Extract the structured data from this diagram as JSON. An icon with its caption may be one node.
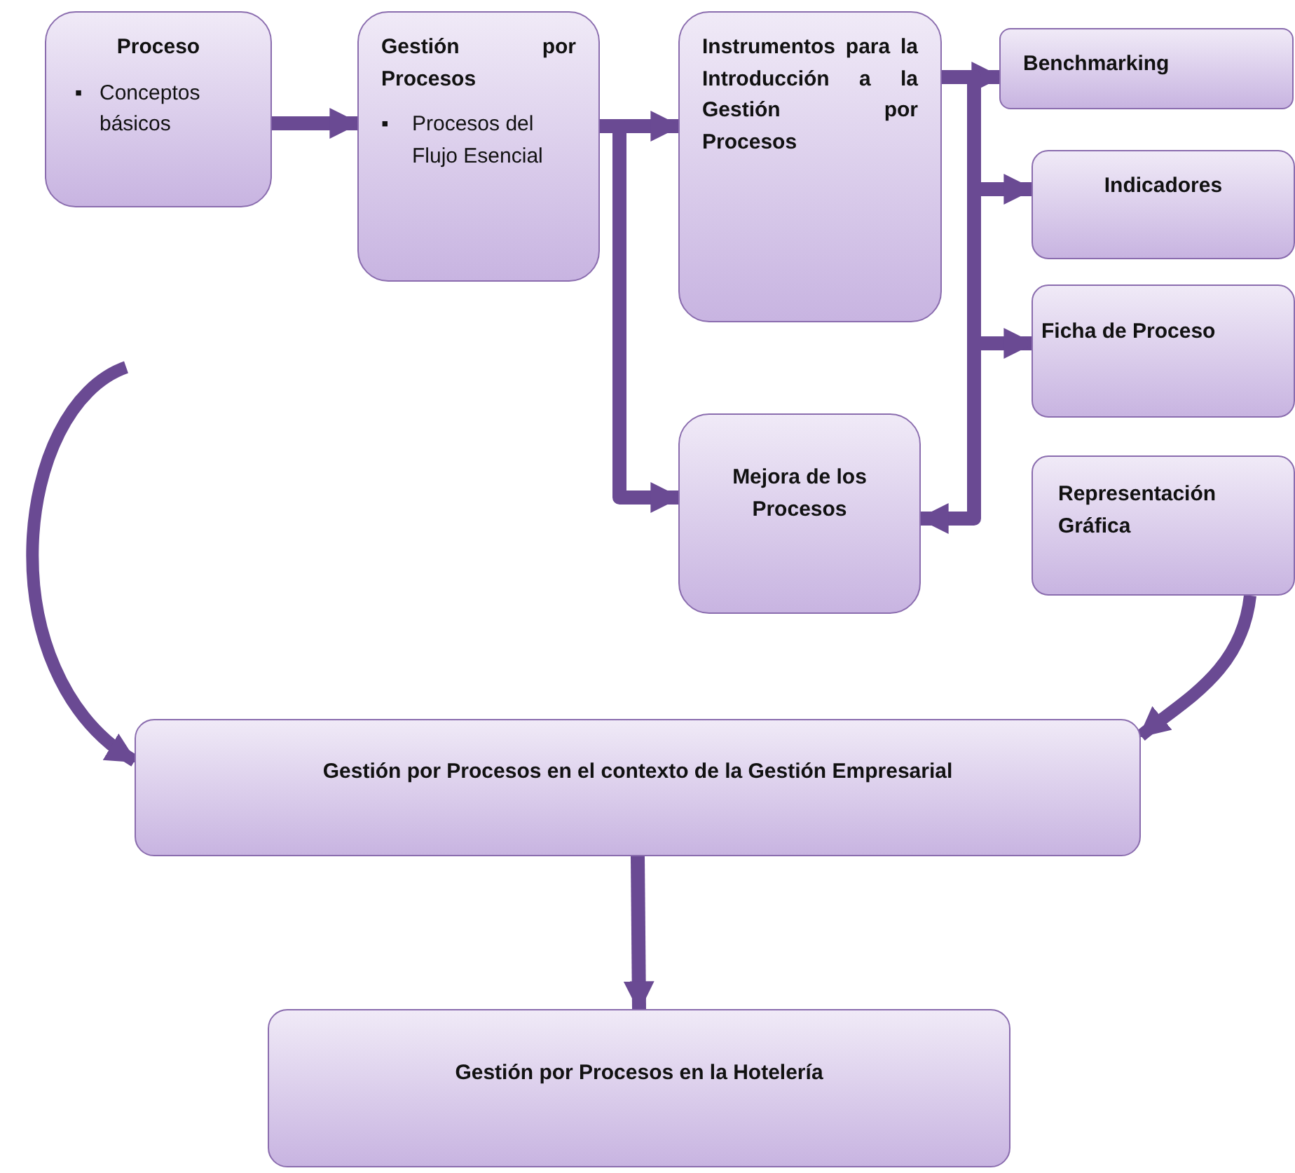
{
  "diagram": {
    "nodes": [
      {
        "text": [
          "Proceso",
          "▪",
          "Conceptos básicos"
        ]
      },
      {
        "text": [
          "Gestión por Procesos",
          "▪",
          "Procesos del Flujo Esencial"
        ]
      },
      {
        "text": [
          "Instrumentos para la Introducción a la Gestión por Procesos"
        ]
      },
      {
        "text": [
          "Benchmarking"
        ]
      },
      {
        "text": [
          "Indicadores"
        ]
      },
      {
        "text": [
          "Ficha de Proceso"
        ]
      },
      {
        "text": [
          "Mejora de los Procesos"
        ]
      },
      {
        "text": [
          "Representación Gráfica"
        ]
      },
      {
        "text": [
          "Gestión por Procesos en el contexto de la Gestión Empresarial"
        ]
      },
      {
        "text": [
          "Gestión por Procesos en la Hotelería"
        ]
      }
    ],
    "edges": [
      {
        "from": 0,
        "to": 1,
        "arrow": "to"
      },
      {
        "from": 1,
        "to": 2,
        "arrow": "to"
      },
      {
        "from": 1,
        "to": 6,
        "arrow": "to"
      },
      {
        "from": 2,
        "to": 3,
        "arrow": "to"
      },
      {
        "from": 2,
        "to": 4,
        "arrow": "to"
      },
      {
        "from": 2,
        "to": 5,
        "arrow": "to"
      },
      {
        "from": 2,
        "to": 6,
        "arrow": "to"
      },
      {
        "from": null,
        "to": 8,
        "arrow": "to"
      },
      {
        "from": 7,
        "to": 8,
        "arrow": "to"
      },
      {
        "from": 8,
        "to": 9,
        "arrow": "to"
      }
    ]
  }
}
